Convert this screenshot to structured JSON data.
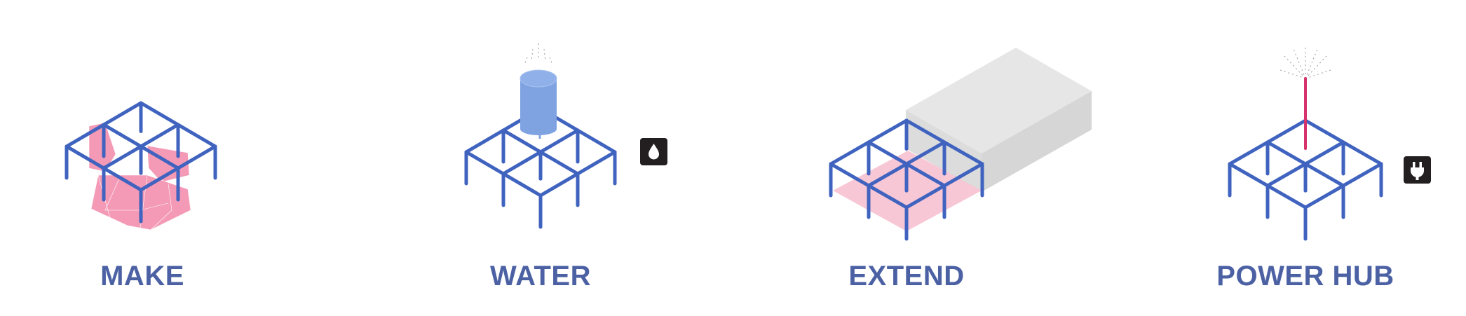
{
  "colors": {
    "frame": "#3f63bf",
    "label": "#4b61a4",
    "pink": "#f49ab6",
    "pink_light": "#f8c7d6",
    "water_tank": "#7fa3e1",
    "module_top": "#e6e6e6",
    "module_side": "#d6d6d6",
    "module_front": "#dcdcdc",
    "icon_bg": "#231f20",
    "mast": "#d6336c"
  },
  "panels": [
    {
      "key": "make",
      "label": "MAKE"
    },
    {
      "key": "water",
      "label": "WATER",
      "badge_icon": "water-drop-icon"
    },
    {
      "key": "extend",
      "label": "EXTEND"
    },
    {
      "key": "power",
      "label": "POWER HUB",
      "badge_icon": "power-plug-icon"
    }
  ]
}
